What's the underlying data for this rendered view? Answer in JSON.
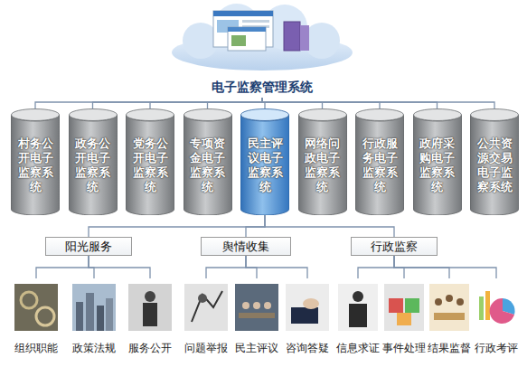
{
  "diagram": {
    "nodes": [
      {
        "text": [
          "电子监察管理系统"
        ]
      },
      {
        "text": [
          "村务公 开电子 监察系 统"
        ]
      },
      {
        "text": [
          "政务公 开电子 监察系 统"
        ]
      },
      {
        "text": [
          "党务公 开电子 监察系 统"
        ]
      },
      {
        "text": [
          "专项资 金电子 监察系 统"
        ]
      },
      {
        "text": [
          "民主评 议电子 监察系 统"
        ]
      },
      {
        "text": [
          "网络问 政电子 监察系 统"
        ]
      },
      {
        "text": [
          "行政服 务电子 监察系 统"
        ]
      },
      {
        "text": [
          "政府采 购电子 监察系 统"
        ]
      },
      {
        "text": [
          "公共资 源交易 电子监 察系统"
        ]
      },
      {
        "text": [
          "阳光服务"
        ]
      },
      {
        "text": [
          "舆情收集"
        ]
      },
      {
        "text": [
          "行政监察"
        ]
      },
      {
        "text": [
          "组织职能"
        ]
      },
      {
        "text": [
          "政策法规"
        ]
      },
      {
        "text": [
          "服务公开"
        ]
      },
      {
        "text": [
          "问题举报"
        ]
      },
      {
        "text": [
          "民主评议"
        ]
      },
      {
        "text": [
          "咨询答疑"
        ]
      },
      {
        "text": [
          "信息求证"
        ]
      },
      {
        "text": [
          "事件处理"
        ]
      },
      {
        "text": [
          "结果监督"
        ]
      },
      {
        "text": [
          "行政考评"
        ]
      }
    ],
    "edges": [
      {
        "from": 0,
        "to": 1,
        "arrow": "none"
      },
      {
        "from": 0,
        "to": 2,
        "arrow": "none"
      },
      {
        "from": 0,
        "to": 3,
        "arrow": "none"
      },
      {
        "from": 0,
        "to": 4,
        "arrow": "none"
      },
      {
        "from": 0,
        "to": 5,
        "arrow": "none"
      },
      {
        "from": 0,
        "to": 6,
        "arrow": "none"
      },
      {
        "from": 0,
        "to": 7,
        "arrow": "none"
      },
      {
        "from": 0,
        "to": 8,
        "arrow": "none"
      },
      {
        "from": 0,
        "to": 9,
        "arrow": "none"
      },
      {
        "from": 5,
        "to": 10,
        "arrow": "none"
      },
      {
        "from": 5,
        "to": 11,
        "arrow": "none"
      },
      {
        "from": 5,
        "to": 12,
        "arrow": "none"
      },
      {
        "from": 10,
        "to": 13,
        "arrow": "none"
      },
      {
        "from": 10,
        "to": 14,
        "arrow": "none"
      },
      {
        "from": 10,
        "to": 15,
        "arrow": "none"
      },
      {
        "from": 11,
        "to": 16,
        "arrow": "none"
      },
      {
        "from": 11,
        "to": 17,
        "arrow": "none"
      },
      {
        "from": 11,
        "to": 18,
        "arrow": "none"
      },
      {
        "from": 12,
        "to": 19,
        "arrow": "none"
      },
      {
        "from": 12,
        "to": 20,
        "arrow": "none"
      },
      {
        "from": 12,
        "to": 21,
        "arrow": "none"
      },
      {
        "from": 12,
        "to": 22,
        "arrow": "none"
      }
    ]
  }
}
